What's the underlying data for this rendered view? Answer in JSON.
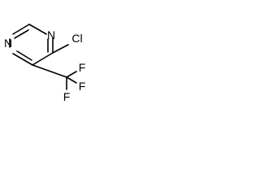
{
  "molecule": {
    "atoms": {
      "n1": "N",
      "n3": "N",
      "cl": "Cl",
      "f1": "F",
      "f2": "F",
      "f3": "F"
    }
  }
}
